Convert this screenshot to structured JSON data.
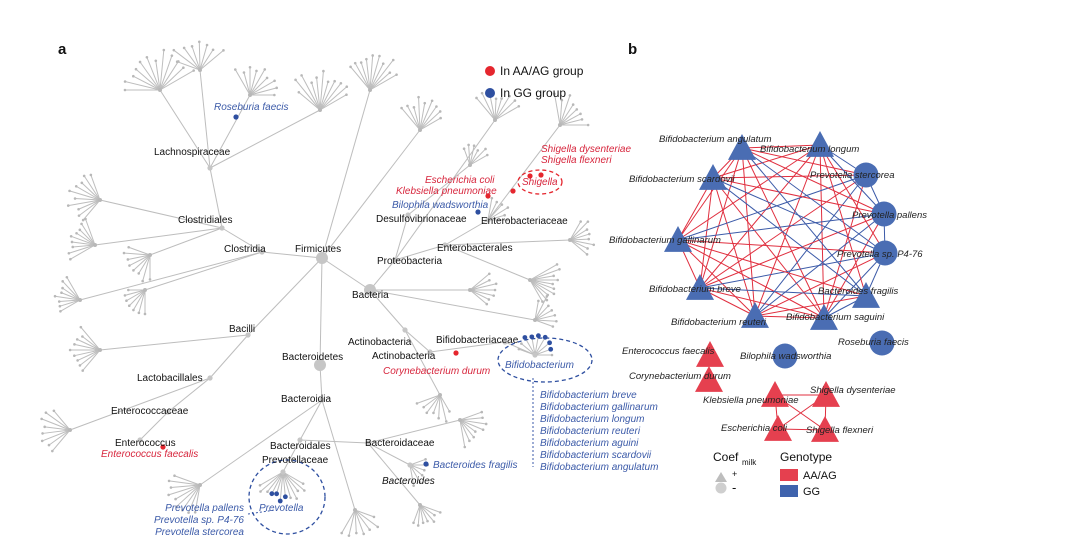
{
  "panels": {
    "a": "a",
    "b": "b"
  },
  "legend_a": {
    "items": [
      {
        "label": "In AA/AG group",
        "color": "#e5262e"
      },
      {
        "label": "In GG group",
        "color": "#2e4fa0"
      }
    ]
  },
  "tree": {
    "taxa": {
      "lachnospiraceae": "Lachnospiraceae",
      "clostridiales": "Clostridiales",
      "clostridia": "Clostridia",
      "firmicutes": "Firmicutes",
      "bacilli": "Bacilli",
      "lactobacillales": "Lactobacillales",
      "enterococcaceae": "Enterococcaceae",
      "enterococcus": "Enterococcus",
      "bacteroidetes": "Bacteroidetes",
      "bacteroidia": "Bacteroidia",
      "bacteroidales": "Bacteroidales",
      "prevotellaceae": "Prevotellaceae",
      "bacteroidaceae": "Bacteroidaceae",
      "bacteroides": "Bacteroides",
      "bacteria": "Bacteria",
      "proteobacteria": "Proteobacteria",
      "desulfovibrionaceae": "Desulfovibrionaceae",
      "enterobacteriaceae": "Enterobacteriaceae",
      "enterobacterales": "Enterobacterales",
      "actinobacteria1": "Actinobacteria",
      "actinobacteria2": "Actinobacteria",
      "bifidobacteriaceae": "Bifidobacteriaceae"
    },
    "red_labels": {
      "shigella_dys": "Shigella  dysenteriae",
      "shigella_flex": "Shigella flexneri",
      "escherichia": "Escherichia coli",
      "klebsiella": "Klebsiella pneumoniae",
      "shigella": "Shigella",
      "corynebacterium": "Corynebacterium durum",
      "enterococcus_faecalis": "Enterococcus faecalis"
    },
    "blue_labels": {
      "roseburia": "Roseburia faecis",
      "bilophila": "Bilophila wadsworthia",
      "bifidobacterium": "Bifidobacterium",
      "bacteroides_fragilis": "Bacteroides fragilis",
      "prevotella": "Prevotella",
      "prevotella_list": [
        "Prevotella pallens",
        "Prevotella sp. P4-76",
        "Prevotella stercorea"
      ],
      "bifido_list": [
        "Bifidobacterium breve",
        "Bifidobacterium gallinarum",
        "Bifidobacterium longum",
        "Bifidobacterium reuteri",
        "Bifidobacterium aguini",
        "Bifidobacterium scardovii",
        "Bifidobacterium angulatum"
      ]
    }
  },
  "network": {
    "nodes": [
      {
        "id": "angulatum",
        "label": "Bifidobacterium angulatum",
        "shape": "triangle",
        "group": "GG"
      },
      {
        "id": "longum",
        "label": "Bifidobacterium longum",
        "shape": "triangle",
        "group": "GG"
      },
      {
        "id": "scardovii",
        "label": "Bifidobacterium scardovii",
        "shape": "triangle",
        "group": "GG"
      },
      {
        "id": "stercorea",
        "label": "Prevotella stercorea",
        "shape": "circle",
        "group": "GG"
      },
      {
        "id": "pallens",
        "label": "Prevotella pallens",
        "shape": "circle",
        "group": "GG"
      },
      {
        "id": "gallinarum",
        "label": "Bifidobacterium gallinarum",
        "shape": "triangle",
        "group": "GG"
      },
      {
        "id": "p476",
        "label": "Prevotella sp. P4-76",
        "shape": "circle",
        "group": "GG"
      },
      {
        "id": "breve",
        "label": "Bifidobacterium breve",
        "shape": "triangle",
        "group": "GG"
      },
      {
        "id": "fragilis",
        "label": "Bacteroides fragilis",
        "shape": "triangle",
        "group": "GG"
      },
      {
        "id": "reuteri",
        "label": "Bifidobacterium reuteri",
        "shape": "triangle",
        "group": "GG"
      },
      {
        "id": "saguini",
        "label": "Bifidobacterium saguini",
        "shape": "triangle",
        "group": "GG"
      },
      {
        "id": "roseburia",
        "label": "Roseburia faecis",
        "shape": "circle",
        "group": "GG"
      },
      {
        "id": "bilophila",
        "label": "Bilophila wadsworthia",
        "shape": "circle",
        "group": "GG"
      },
      {
        "id": "enterococcus",
        "label": "Enterococcus faecalis",
        "shape": "triangle",
        "group": "AA/AG"
      },
      {
        "id": "corynebacterium",
        "label": "Corynebacterium durum",
        "shape": "triangle",
        "group": "AA/AG"
      },
      {
        "id": "klebsiella",
        "label": "Klebsiella pneumoniae",
        "shape": "triangle",
        "group": "AA/AG"
      },
      {
        "id": "shigella_d",
        "label": "Shigella dysenteriae",
        "shape": "triangle",
        "group": "AA/AG"
      },
      {
        "id": "ecoli",
        "label": "Escherichia coli",
        "shape": "triangle",
        "group": "AA/AG"
      },
      {
        "id": "shigella_f",
        "label": "Shigella flexneri",
        "shape": "triangle",
        "group": "AA/AG"
      }
    ]
  },
  "legend_b": {
    "coef_title": "Coef",
    "coef_sub": "milk",
    "coef_plus": "+",
    "coef_minus": "-",
    "genotype_title": "Genotype",
    "genotypes": [
      {
        "label": "AA/AG",
        "color": "#e5404f"
      },
      {
        "label": "GG",
        "color": "#3f63ad"
      }
    ]
  },
  "colors": {
    "red": "#e5404f",
    "blue": "#4a6db3",
    "edge_red": "#e02f3f",
    "edge_blue": "#3b5aa8",
    "tree_gray": "#b8b8b8"
  }
}
